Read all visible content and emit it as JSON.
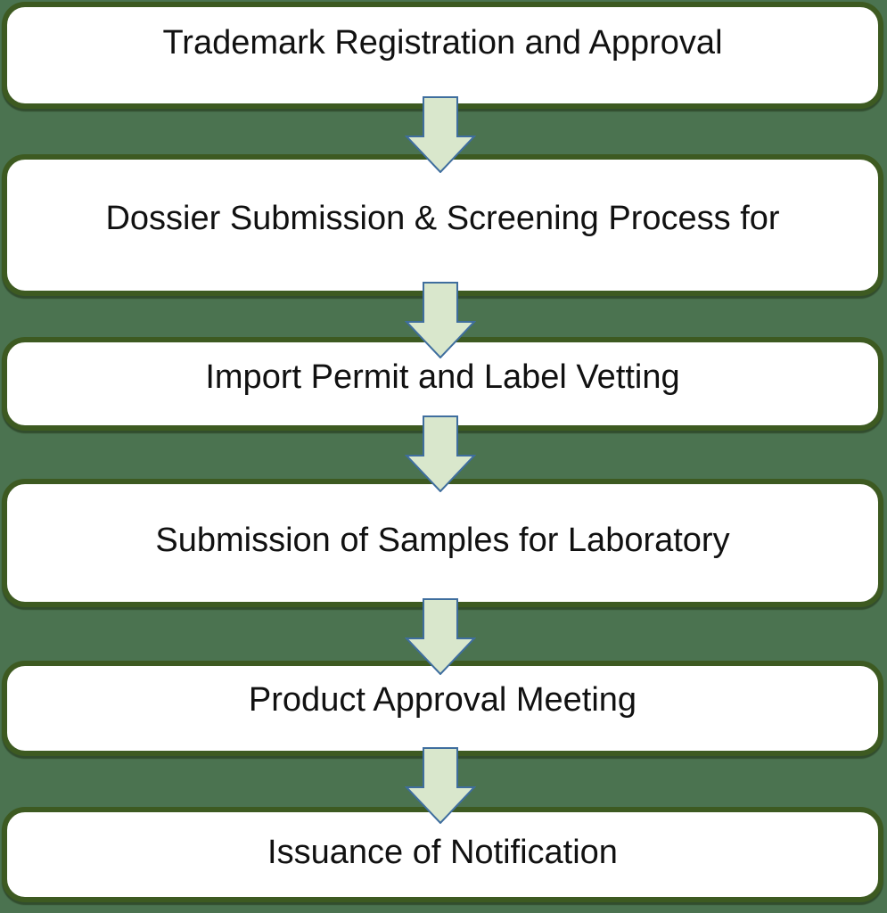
{
  "diagram": {
    "type": "flowchart",
    "direction": "top-down",
    "steps": [
      {
        "label": "Trademark Registration and Approval"
      },
      {
        "label": "Dossier Submission & Screening Process for"
      },
      {
        "label": "Import Permit and Label Vetting"
      },
      {
        "label": "Submission of Samples for Laboratory"
      },
      {
        "label": "Product Approval Meeting"
      },
      {
        "label": "Issuance of Notification"
      }
    ],
    "connector": "down-arrow",
    "connector_count": 5
  },
  "colors": {
    "page_background": "#4b7350",
    "box_fill": "#ffffff",
    "box_border": "#3d5a21",
    "arrow_fill": "#d9e7cc",
    "arrow_border": "#3f6e9e",
    "text": "#111111"
  }
}
